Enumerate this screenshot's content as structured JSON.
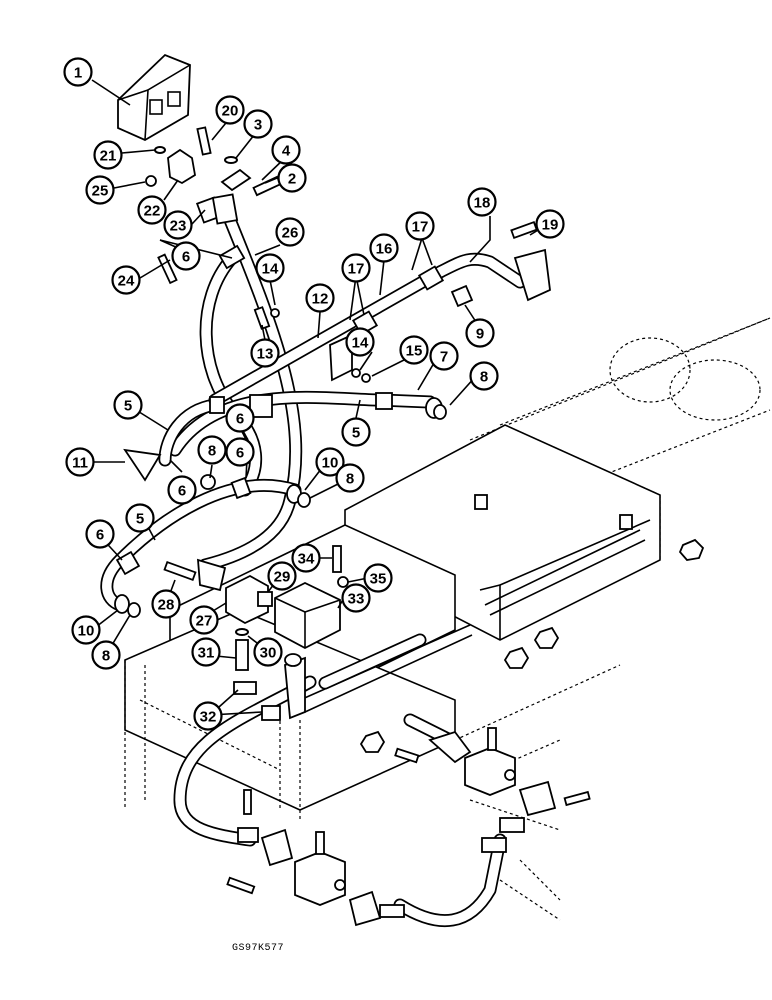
{
  "figure": {
    "code": "GS97K577",
    "callouts": [
      {
        "id": "c1",
        "label": "1"
      },
      {
        "id": "c20",
        "label": "20"
      },
      {
        "id": "c3",
        "label": "3"
      },
      {
        "id": "c21",
        "label": "21"
      },
      {
        "id": "c4",
        "label": "4"
      },
      {
        "id": "c2",
        "label": "2"
      },
      {
        "id": "c25",
        "label": "25"
      },
      {
        "id": "c22",
        "label": "22"
      },
      {
        "id": "c23",
        "label": "23"
      },
      {
        "id": "c18",
        "label": "18"
      },
      {
        "id": "c19",
        "label": "19"
      },
      {
        "id": "c26",
        "label": "26"
      },
      {
        "id": "c17a",
        "label": "17"
      },
      {
        "id": "c16",
        "label": "16"
      },
      {
        "id": "c6a",
        "label": "6"
      },
      {
        "id": "c14a",
        "label": "14"
      },
      {
        "id": "c17b",
        "label": "17"
      },
      {
        "id": "c24",
        "label": "24"
      },
      {
        "id": "c12",
        "label": "12"
      },
      {
        "id": "c9",
        "label": "9"
      },
      {
        "id": "c13",
        "label": "13"
      },
      {
        "id": "c14b",
        "label": "14"
      },
      {
        "id": "c15",
        "label": "15"
      },
      {
        "id": "c7",
        "label": "7"
      },
      {
        "id": "c8a",
        "label": "8"
      },
      {
        "id": "c5a",
        "label": "5"
      },
      {
        "id": "c5b",
        "label": "5"
      },
      {
        "id": "c6b",
        "label": "6"
      },
      {
        "id": "c6c",
        "label": "6"
      },
      {
        "id": "c11",
        "label": "11"
      },
      {
        "id": "c8b",
        "label": "8"
      },
      {
        "id": "c6d",
        "label": "6"
      },
      {
        "id": "c10a",
        "label": "10"
      },
      {
        "id": "c8c",
        "label": "8"
      },
      {
        "id": "c5c",
        "label": "5"
      },
      {
        "id": "c6e",
        "label": "6"
      },
      {
        "id": "c34",
        "label": "34"
      },
      {
        "id": "c35",
        "label": "35"
      },
      {
        "id": "c29",
        "label": "29"
      },
      {
        "id": "c33",
        "label": "33"
      },
      {
        "id": "c28",
        "label": "28"
      },
      {
        "id": "c27",
        "label": "27"
      },
      {
        "id": "c10b",
        "label": "10"
      },
      {
        "id": "c8d",
        "label": "8"
      },
      {
        "id": "c31",
        "label": "31"
      },
      {
        "id": "c30",
        "label": "30"
      },
      {
        "id": "c32",
        "label": "32"
      }
    ]
  }
}
